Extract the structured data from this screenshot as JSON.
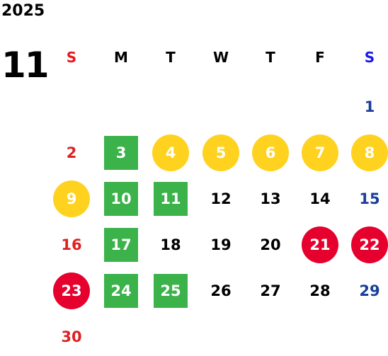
{
  "calendar": {
    "year": "2025",
    "month": "11",
    "weekdays": [
      {
        "label": "S",
        "color": "#e8161b"
      },
      {
        "label": "M",
        "color": "#000000"
      },
      {
        "label": "T",
        "color": "#000000"
      },
      {
        "label": "W",
        "color": "#000000"
      },
      {
        "label": "T",
        "color": "#000000"
      },
      {
        "label": "F",
        "color": "#000000"
      },
      {
        "label": "S",
        "color": "#1a1ae6"
      }
    ],
    "colors": {
      "sunday_text": "#e02020",
      "saturday_text": "#1a3f99",
      "weekday_text": "#000000",
      "green_square": "#3bb34a",
      "yellow_circle": "#ffd21f",
      "red_circle": "#e6002d",
      "filled_text": "#ffffff"
    },
    "days": [
      {
        "label": "1",
        "col": 6,
        "row": 0,
        "mark": "none"
      },
      {
        "label": "2",
        "col": 0,
        "row": 1,
        "mark": "none"
      },
      {
        "label": "3",
        "col": 1,
        "row": 1,
        "mark": "green-square"
      },
      {
        "label": "4",
        "col": 2,
        "row": 1,
        "mark": "yellow-circle"
      },
      {
        "label": "5",
        "col": 3,
        "row": 1,
        "mark": "yellow-circle"
      },
      {
        "label": "6",
        "col": 4,
        "row": 1,
        "mark": "yellow-circle"
      },
      {
        "label": "7",
        "col": 5,
        "row": 1,
        "mark": "yellow-circle"
      },
      {
        "label": "8",
        "col": 6,
        "row": 1,
        "mark": "yellow-circle"
      },
      {
        "label": "9",
        "col": 0,
        "row": 2,
        "mark": "yellow-circle"
      },
      {
        "label": "10",
        "col": 1,
        "row": 2,
        "mark": "green-square"
      },
      {
        "label": "11",
        "col": 2,
        "row": 2,
        "mark": "green-square"
      },
      {
        "label": "12",
        "col": 3,
        "row": 2,
        "mark": "none"
      },
      {
        "label": "13",
        "col": 4,
        "row": 2,
        "mark": "none"
      },
      {
        "label": "14",
        "col": 5,
        "row": 2,
        "mark": "none"
      },
      {
        "label": "15",
        "col": 6,
        "row": 2,
        "mark": "none"
      },
      {
        "label": "16",
        "col": 0,
        "row": 3,
        "mark": "none"
      },
      {
        "label": "17",
        "col": 1,
        "row": 3,
        "mark": "green-square"
      },
      {
        "label": "18",
        "col": 2,
        "row": 3,
        "mark": "none"
      },
      {
        "label": "19",
        "col": 3,
        "row": 3,
        "mark": "none"
      },
      {
        "label": "20",
        "col": 4,
        "row": 3,
        "mark": "none"
      },
      {
        "label": "21",
        "col": 5,
        "row": 3,
        "mark": "red-circle"
      },
      {
        "label": "22",
        "col": 6,
        "row": 3,
        "mark": "red-circle"
      },
      {
        "label": "23",
        "col": 0,
        "row": 4,
        "mark": "red-circle"
      },
      {
        "label": "24",
        "col": 1,
        "row": 4,
        "mark": "green-square"
      },
      {
        "label": "25",
        "col": 2,
        "row": 4,
        "mark": "green-square"
      },
      {
        "label": "26",
        "col": 3,
        "row": 4,
        "mark": "none"
      },
      {
        "label": "27",
        "col": 4,
        "row": 4,
        "mark": "none"
      },
      {
        "label": "28",
        "col": 5,
        "row": 4,
        "mark": "none"
      },
      {
        "label": "29",
        "col": 6,
        "row": 4,
        "mark": "none"
      },
      {
        "label": "30",
        "col": 0,
        "row": 5,
        "mark": "none"
      }
    ]
  }
}
